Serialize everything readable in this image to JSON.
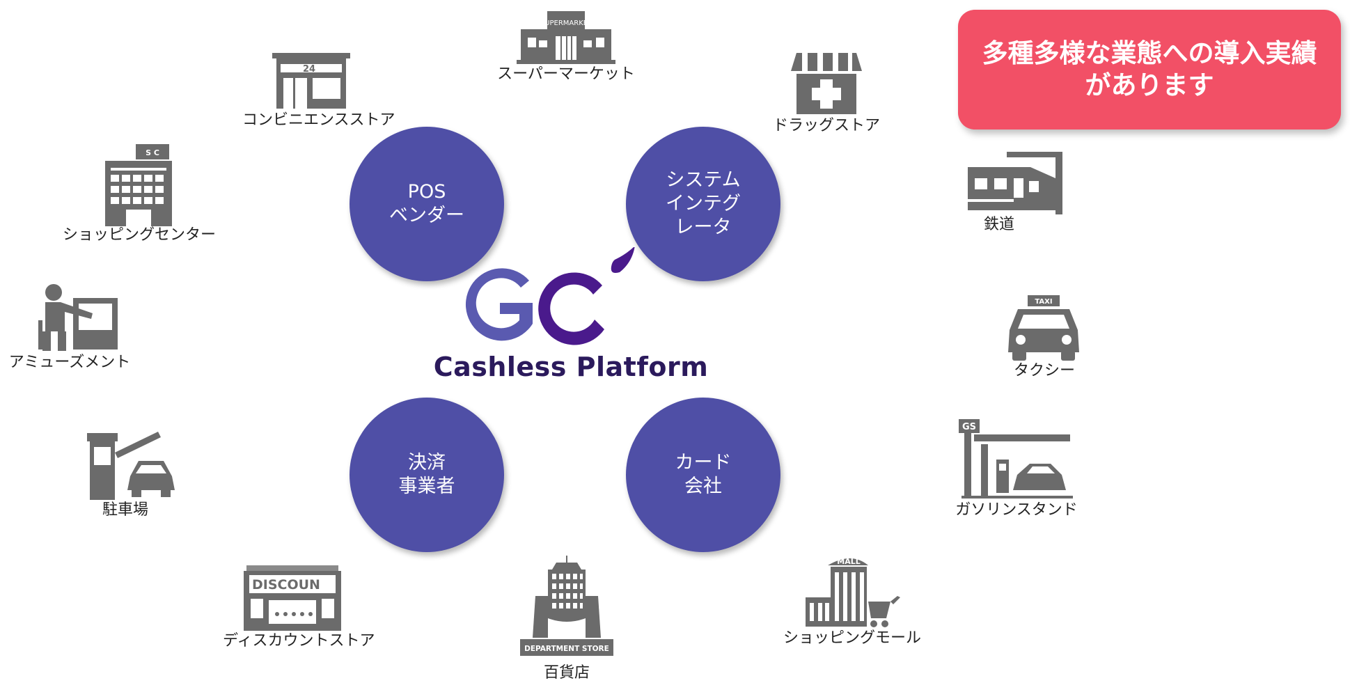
{
  "callout": {
    "text": "多種多様な業態への導入実績\nがあります"
  },
  "center": {
    "brand_text": "Cashless Platform"
  },
  "partners": [
    {
      "label": "POS\nベンダー"
    },
    {
      "label": "システム\nインテグ\nレータ"
    },
    {
      "label": "決済\n事業者"
    },
    {
      "label": "カード\n会社"
    }
  ],
  "industries": {
    "supermarket": {
      "label": "スーパーマーケット",
      "sign": "SUPERMARKET",
      "icon": "supermarket-icon"
    },
    "convenience_store": {
      "label": "コンビニエンスストア",
      "sign": "24",
      "icon": "convenience-store-icon"
    },
    "drugstore": {
      "label": "ドラッグストア",
      "icon": "drugstore-icon"
    },
    "railway": {
      "label": "鉄道",
      "icon": "train-icon"
    },
    "shopping_center": {
      "label": "ショッピングセンター",
      "sign": "S C",
      "icon": "shopping-center-icon"
    },
    "amusement": {
      "label": "アミューズメント",
      "icon": "amusement-icon"
    },
    "taxi": {
      "label": "タクシー",
      "sign": "TAXI",
      "icon": "taxi-icon"
    },
    "parking": {
      "label": "駐車場",
      "icon": "parking-icon"
    },
    "gas_station": {
      "label": "ガソリンスタンド",
      "sign": "GS",
      "icon": "gas-station-icon"
    },
    "discount_store": {
      "label": "ディスカウントストア",
      "sign": "DISCOUN",
      "icon": "discount-store-icon"
    },
    "department_store": {
      "label": "百貨店",
      "sign": "DEPARTMENT STORE",
      "icon": "department-store-icon"
    },
    "shopping_mall": {
      "label": "ショッピングモール",
      "sign": "MALL",
      "icon": "shopping-mall-icon"
    }
  },
  "colors": {
    "partner_circle": "#4f4fa6",
    "callout": "#f25066",
    "icons": "#6b6b6b",
    "logo_dark": "#4a1a8c",
    "logo_light": "#5a5ab0"
  }
}
